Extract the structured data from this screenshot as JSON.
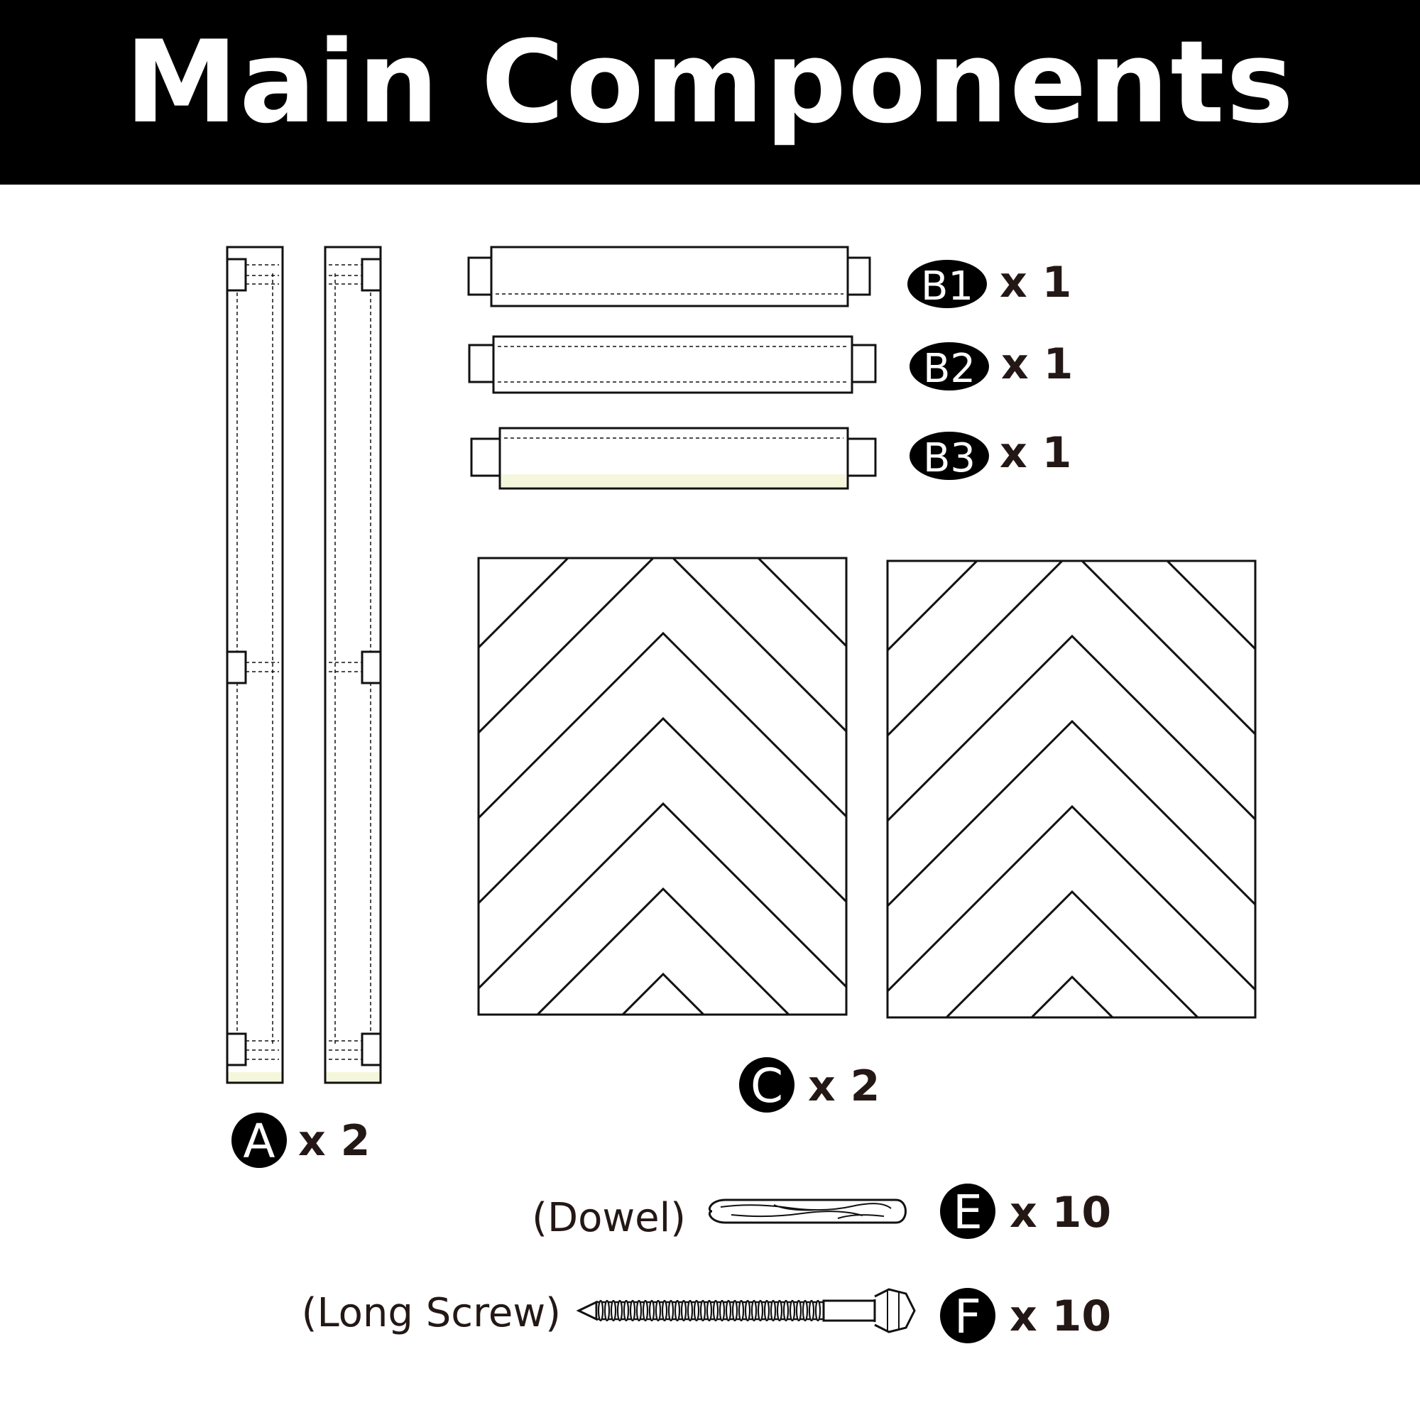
{
  "title": "Main Components",
  "parts": {
    "A": {
      "letter": "A",
      "qty": "x 2"
    },
    "B1": {
      "letter": "B1",
      "qty": "x 1"
    },
    "B2": {
      "letter": "B2",
      "qty": "x 1"
    },
    "B3": {
      "letter": "B3",
      "qty": "x 1"
    },
    "C": {
      "letter": "C",
      "qty": "x 2"
    },
    "E": {
      "letter": "E",
      "qty": "x 10",
      "name": "(Dowel)"
    },
    "F": {
      "letter": "F",
      "qty": "x 10",
      "name": "(Long Screw)"
    }
  },
  "colors": {
    "banner": "#000000",
    "ink": "#231815",
    "tint": "#f5f7dc"
  }
}
